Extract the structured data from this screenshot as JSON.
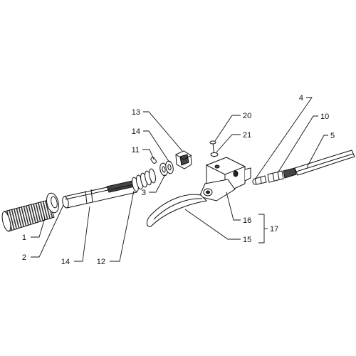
{
  "diagram": {
    "type": "exploded-parts-view",
    "callouts": {
      "p1": "1",
      "p2": "2",
      "p3": "3",
      "p4": "4",
      "p5": "5",
      "p10": "10",
      "p11": "11",
      "p12": "12",
      "p13": "13",
      "p14a": "14",
      "p14b": "14",
      "p15": "15",
      "p16": "16",
      "p17": "17",
      "p20": "20",
      "p21": "21"
    }
  }
}
